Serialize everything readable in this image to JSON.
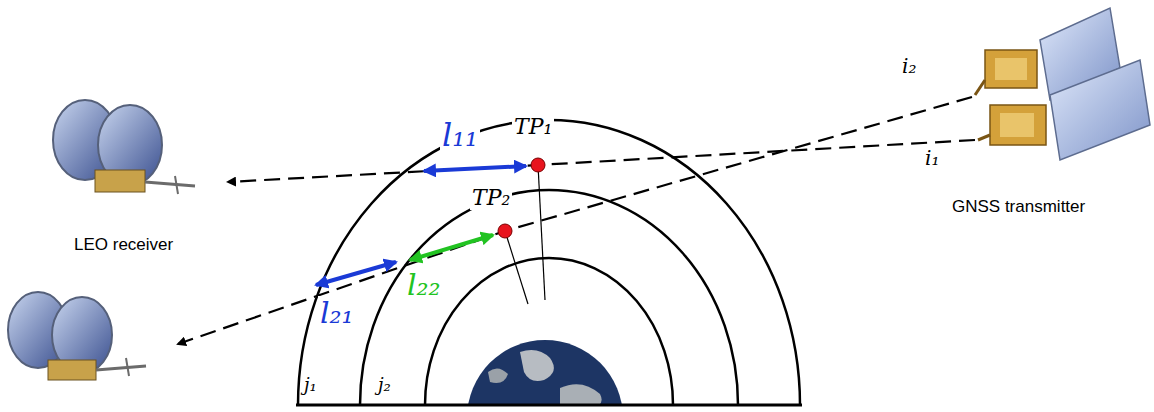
{
  "diagram": {
    "labels": [
      "l₁₁",
      "TP₁",
      "i₂",
      "TP₂",
      "i₁",
      "GNSS transmitter",
      "LEO receiver",
      "l₂₂",
      "l₂₁",
      "j₁",
      "j₂"
    ]
  }
}
